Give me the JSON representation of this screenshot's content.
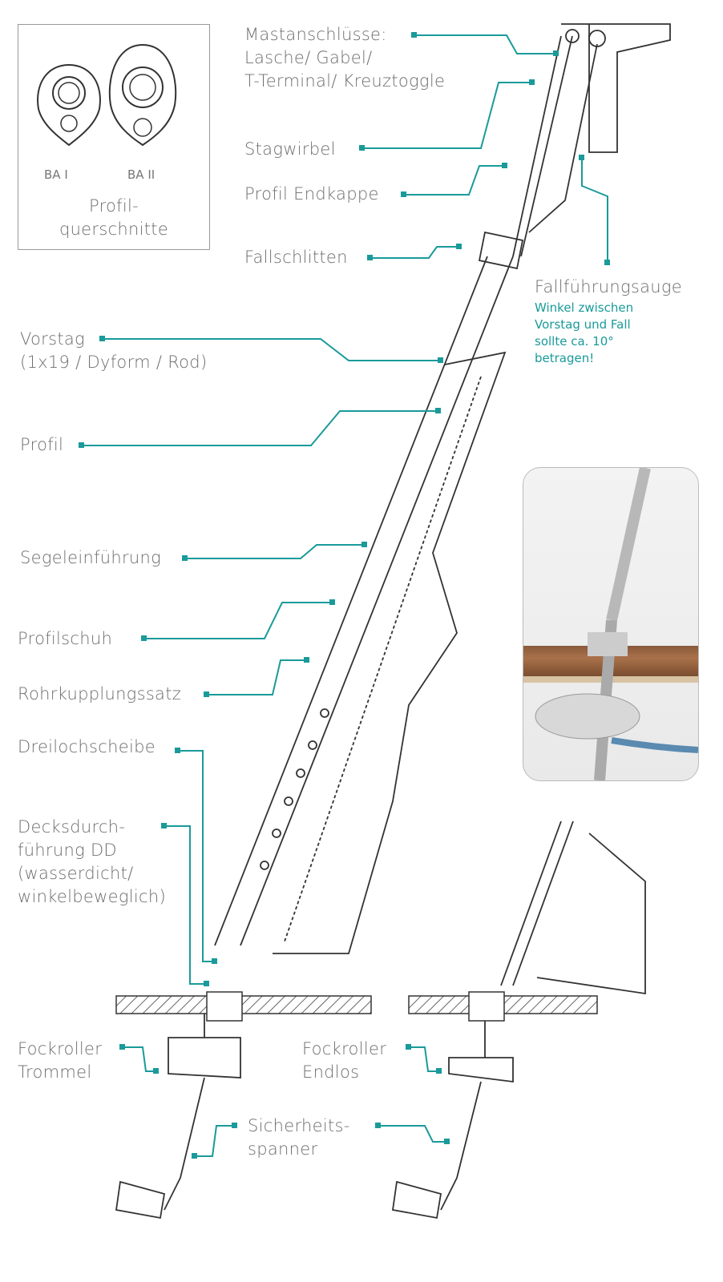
{
  "inset": {
    "labels": [
      "BA I",
      "BA II"
    ],
    "title": "Profil-\nquerschnitte"
  },
  "labels": {
    "mastanschluesse": "Mastanschlüsse:\nLasche/ Gabel/\nT-Terminal/ Kreuztoggle",
    "stagwirbel": "Stagwirbel",
    "profil_endkappe": "Profil Endkappe",
    "fallschlitten": "Fallschlitten",
    "fallfuehrungsauge": "Fallführungsauge",
    "vorstag": "Vorstag\n(1x19 / Dyform / Rod)",
    "profil": "Profil",
    "segeleinfuehrung": "Segeleinführung",
    "profilschuh": "Profilschuh",
    "rohrkupplungssatz": "Rohrkupplungssatz",
    "dreilochscheibe": "Dreilochscheibe",
    "decksdurchfuehrung": "Decksdurch-\nführung DD\n(wasserdicht/\nwinkelbeweglich)",
    "fockroller_trommel": "Fockroller\nTrommel",
    "fockroller_endlos": "Fockroller\nEndlos",
    "sicherheitsspanner": "Sicherheits-\nspanner"
  },
  "note": "Winkel zwischen\nVorstag und Fall\nsollte ca. 10°\nbetragen!",
  "colors": {
    "accent": "#1a9a9a",
    "text": "#6e6e6e",
    "line": "#333333"
  }
}
